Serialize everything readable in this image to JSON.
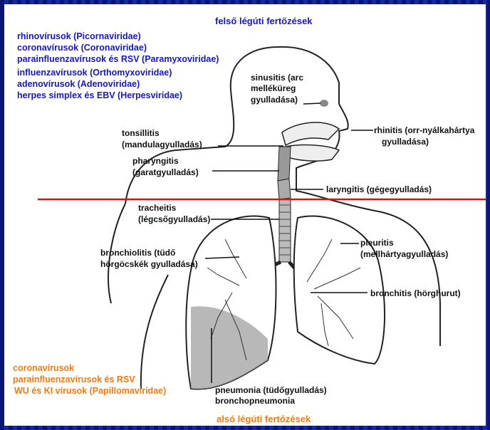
{
  "titles": {
    "upper": "felső légúti fertőzések",
    "lower": "alsó légúti fertőzések"
  },
  "upper_viruses": [
    "rhinovírusok (Picornaviridae)",
    "coronavírusok (Coronaviridae)",
    "parainfluenzavírusok és RSV (Paramyxoviridae)",
    "influenzavírusok (Orthomyxoviridae)",
    "adenovírusok (Adenoviridae)",
    "herpes simplex és EBV  (Herpesviridae)"
  ],
  "lower_viruses": [
    "coronavírusok",
    "parainfluenzavírusok és RSV",
    "WU és KI vírusok (Papillomaviridae)"
  ],
  "labels": {
    "sinusitis": [
      "sinusitis (arc",
      "melléküreg",
      "gyulladása)"
    ],
    "rhinitis": [
      "rhinitis (orr-nyálkahártya",
      "gyulladása)"
    ],
    "tonsillitis": [
      "tonsillitis",
      "(mandulagyulladás)"
    ],
    "pharyngitis": [
      "pharyngitis",
      "(garatgyulladás)"
    ],
    "laryngitis": "laryngitis (gégegyulladás)",
    "tracheitis": [
      "tracheitis",
      "(légcsőgyulladás)"
    ],
    "bronchiolitis": [
      "bronchiolitis (tüdő",
      "hörgöcskék gyulladása)"
    ],
    "pleuritis": [
      "pleuritis",
      "(mellhártyagyulladás)"
    ],
    "bronchitis": "bronchitis (hörghurut)",
    "pneumonia": [
      "pneumonia (tüdőgyulladás)",
      "bronchopneumonia"
    ]
  },
  "colors": {
    "upper_text": "#1616c8",
    "lower_text": "#f07a14",
    "divider": "#e01010",
    "frame": "#0a1670"
  }
}
